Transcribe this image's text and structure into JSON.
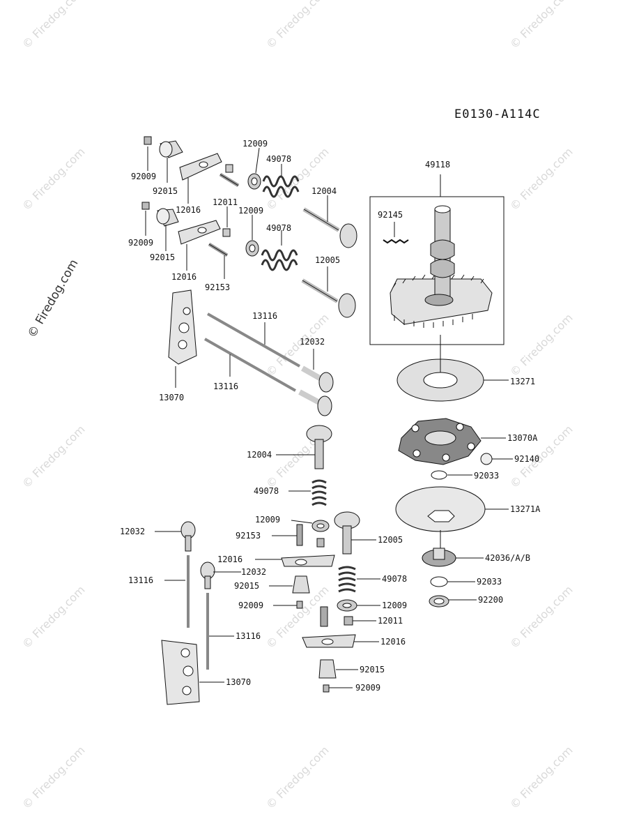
{
  "diagram": {
    "code": "E0130-A114C",
    "watermark": "© Firedog.com",
    "watermark_side": "© Firedog.com",
    "parts": {
      "p92009_a": "92009",
      "p92015_a": "92015",
      "p12016_a": "12016",
      "p12009_a": "12009",
      "p49078_a": "49078",
      "p12004_a": "12004",
      "p12011_a": "12011",
      "p12009_b": "12009",
      "p92009_b": "92009",
      "p92015_b": "92015",
      "p12016_b": "12016",
      "p49078_b": "49078",
      "p92153_a": "92153",
      "p12005_a": "12005",
      "p13116_a": "13116",
      "p12032_a": "12032",
      "p13070_a": "13070",
      "p13116_b": "13116",
      "p49118": "49118",
      "p92145": "92145",
      "p13271": "13271",
      "p13070A": "13070A",
      "p92140": "92140",
      "p92033_a": "92033",
      "p13271A": "13271A",
      "p42036": "42036/A/B",
      "p92033_b": "92033",
      "p92200": "92200",
      "p12004_b": "12004",
      "p49078_c": "49078",
      "p12009_c": "12009",
      "p92153_b": "92153",
      "p12005_b": "12005",
      "p12032_b": "12032",
      "p12016_c": "12016",
      "p12032_c": "12032",
      "p13116_c": "13116",
      "p92015_c": "92015",
      "p92009_c": "92009",
      "p49078_d": "49078",
      "p12009_d": "12009",
      "p12011_b": "12011",
      "p12016_d": "12016",
      "p13116_d": "13116",
      "p92015_d": "92015",
      "p13070_b": "13070",
      "p92009_d": "92009"
    }
  }
}
